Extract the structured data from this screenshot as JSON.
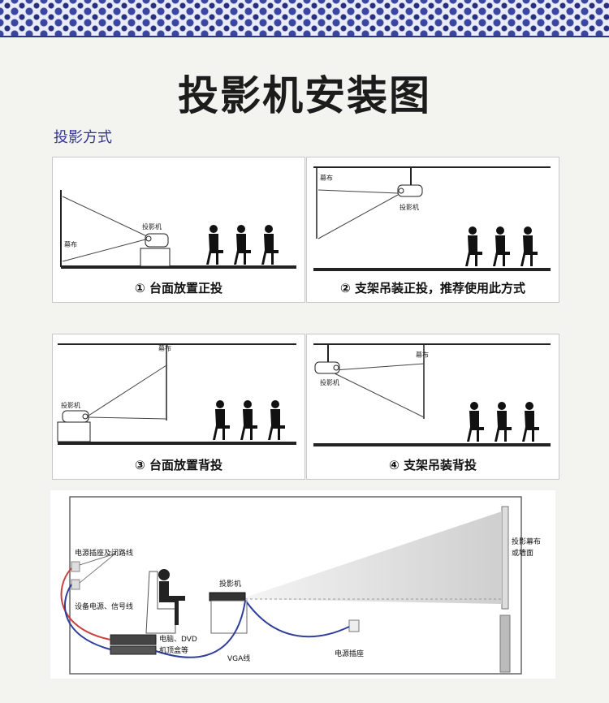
{
  "title": "投影机安装图",
  "section_label": "投影方式",
  "panels": [
    {
      "caption": "① 台面放置正投",
      "screen_label": "幕布",
      "projector_label": "投影机"
    },
    {
      "caption": "② 支架吊装正投，推荐使用此方式",
      "screen_label": "幕布",
      "projector_label": "投影机"
    },
    {
      "caption": "③ 台面放置背投",
      "screen_label": "幕布",
      "projector_label": "投影机"
    },
    {
      "caption": "④ 支架吊装背投",
      "screen_label": "幕布",
      "projector_label": "投影机"
    }
  ],
  "setup_diagram": {
    "power_socket_and_loop": "电源插座及闭路线",
    "device_power_signal": "设备电源、信号线",
    "projector": "投影机",
    "screen_line1": "投影幕布",
    "screen_line2": "或墙面",
    "pc_dvd": "电脑、DVD",
    "set_top_box": "机顶盒等",
    "vga_cable": "VGA线",
    "power_socket": "电源插座"
  },
  "colors": {
    "accent": "#353594",
    "border_pattern": "#26307e",
    "cable_red": "#c84040",
    "cable_blue": "#2f3f9a"
  }
}
